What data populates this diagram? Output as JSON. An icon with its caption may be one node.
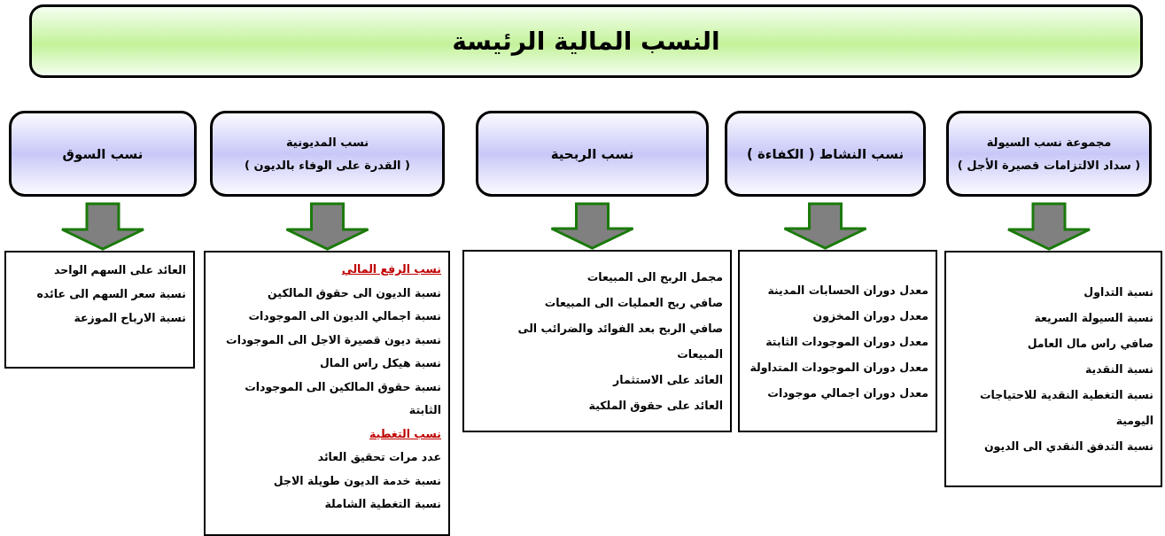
{
  "diagram": {
    "title": "النسب المالية الرئيسة",
    "nodes": [
      {
        "text": [
          "مجموعة نسب السيولة",
          "( سداد الالتزامات قصيرة الأجل )"
        ]
      },
      {
        "text": [
          "نسب النشاط ( الكفاءة )"
        ]
      },
      {
        "text": [
          "نسب الربحية"
        ]
      },
      {
        "text": [
          "نسب المديونية",
          "( القدرة على الوفاء بالديون )"
        ]
      },
      {
        "text": [
          "نسب السوق"
        ]
      },
      {
        "text": [
          "نسبة التداول",
          "نسبة السيولة السريعة",
          "صافي راس مال العامل",
          "نسبة النقدية",
          "نسبة التغطية النقدية للاحتياجات اليومية",
          "نسبة التدفق النقدي الى الديون"
        ]
      },
      {
        "text": [
          "معدل دوران  الحسابات المدينة",
          "معدل دوران المخزون",
          "معدل دوران الموجودات الثابتة",
          "معدل دوران الموجودات المتداولة",
          "معدل دوران اجمالي موجودات"
        ]
      },
      {
        "text": [
          "مجمل الربح الى المبيعات",
          "صافي ربح العمليات الى المبيعات",
          "صافي الربح بعد الفوائد والضرائب الى المبيعات",
          "العائد على الاستثمار",
          "العائد على حقوق الملكية"
        ]
      },
      {
        "text": [
          "نسب الرفع المالي",
          "نسبة الديون الى حقوق المالكين",
          "نسبة اجمالي الديون الى الموجودات",
          "نسبة ديون قصيرة الاجل الى الموجودات",
          "نسبة هيكل راس المال",
          "نسبة حقوق المالكين الى الموجودات الثابتة",
          "نسب التغطية",
          "عدد مرات تحقيق العائد",
          "نسبة خدمة الديون طويلة الاجل",
          "نسبة التغطية الشاملة"
        ]
      },
      {
        "text": [
          "العائد على السهم الواحد",
          "نسبة سعر السهم الى عائده",
          "نسبة الارباح الموزعة"
        ]
      }
    ],
    "edges": [
      {
        "from": 0,
        "to": 5,
        "arrow": "to",
        "style": "thick"
      },
      {
        "from": 1,
        "to": 6,
        "arrow": "to",
        "style": "thick"
      },
      {
        "from": 2,
        "to": 7,
        "arrow": "to",
        "style": "thick"
      },
      {
        "from": 3,
        "to": 8,
        "arrow": "to",
        "style": "thick"
      },
      {
        "from": 4,
        "to": 9,
        "arrow": "to",
        "style": "thick"
      }
    ]
  }
}
